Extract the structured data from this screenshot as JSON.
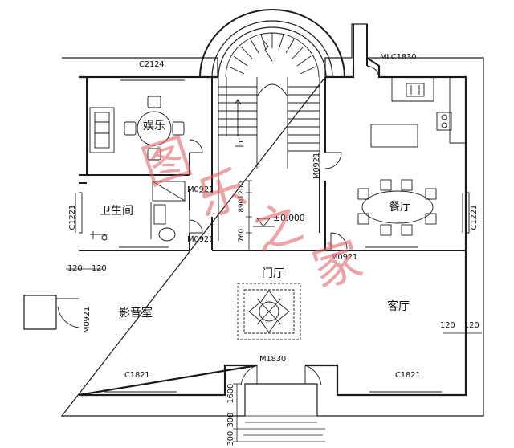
{
  "rooms": {
    "entertainment": "娱乐",
    "bathroom": "卫生间",
    "dining": "餐厅",
    "foyer": "门厅",
    "media_room": "影音室",
    "living_room": "客厅"
  },
  "stair": {
    "up_mark": "上",
    "elevation": "±0.000"
  },
  "openings": {
    "window_top_left": "C2124",
    "door_mlc": "MLC1830",
    "door_stair_right": "M0921",
    "door_ent": "M0921",
    "door_bath": "M0921",
    "door_dining": "M0921",
    "door_media": "M0921",
    "window_left": "C1221",
    "window_right": "C1221",
    "window_bottom_left": "C1821",
    "window_bottom_right": "C1821",
    "door_main": "M1830"
  },
  "dimensions": {
    "wall_left_a": "120",
    "wall_left_b": "120",
    "wall_right_a": "120",
    "wall_right_b": "120",
    "stair_dim_1": "1200",
    "stair_dim_2": "890",
    "stair_dim_3": "760",
    "porch_depth": "1600",
    "step_a": "300",
    "step_b": "300"
  },
  "watermark": [
    "图",
    "乐",
    "之",
    "家"
  ],
  "colors": {
    "line": "#1a1a1a",
    "watermark": "#e0585d"
  }
}
